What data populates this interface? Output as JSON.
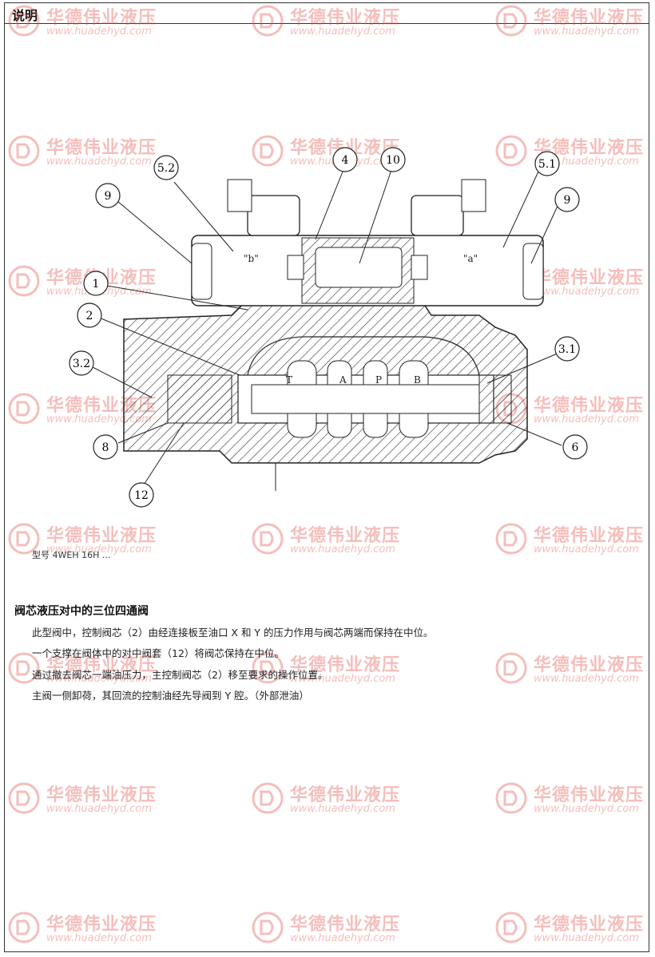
{
  "header": {
    "title": "说明"
  },
  "watermark": {
    "brand": "华德伟业液压",
    "url": "www.huadehyd.com",
    "color": "#e0473f"
  },
  "drawing": {
    "callouts": [
      "5.2",
      "4",
      "10",
      "5.1",
      "9",
      "9",
      "1",
      "2",
      "3.2",
      "3.1",
      "8",
      "6",
      "12"
    ],
    "labels": {
      "b": "\"b\"",
      "a": "\"a\"",
      "T": "T",
      "A": "A",
      "P": "P",
      "B": "B"
    }
  },
  "model_text": "型号 4WEH 16H ...",
  "section": {
    "title": "阀芯液压对中的三位四通阀",
    "paragraphs": [
      "此型阀中，控制阀芯（2）由经连接板至油口 X 和 Y 的压力作用与阀芯两端而保持在中位。",
      "一个支撑在阀体中的对中阀套（12）将阀芯保持在中位。",
      "通过撤去阀芯一端油压力，主控制阀芯（2）移至要求的操作位置。",
      "主阀一侧卸荷，其回流的控制油经先导阀到 Y 腔。（外部泄油）"
    ]
  }
}
